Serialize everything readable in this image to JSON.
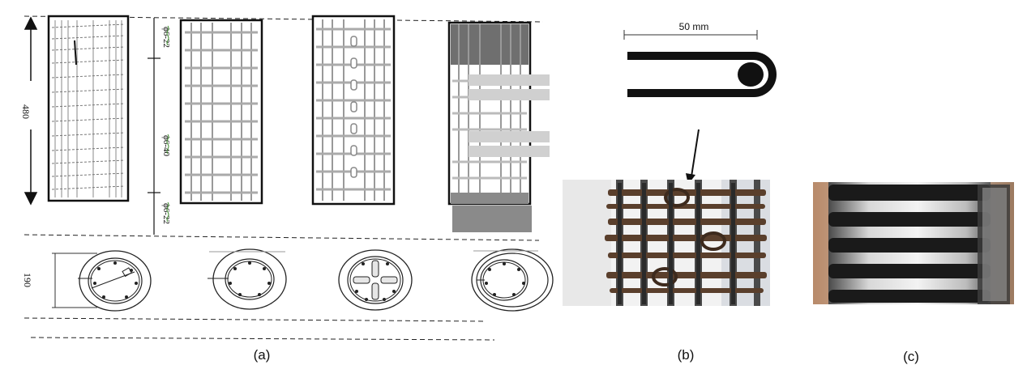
{
  "captions": {
    "a": "(a)",
    "b": "(b)",
    "c": "(c)"
  },
  "dimensions": {
    "height": "480",
    "diameter": "190",
    "spacing_top": "ϕ6-22",
    "spacing_mid": "ϕ6-40",
    "spacing_bot": "ϕ6-22",
    "hook_length": "50 mm"
  },
  "colors": {
    "line": "#111111",
    "rebar_gray": "#9a9a9a",
    "frp_dark": "#6f6f6f",
    "frp_light": "#d0d0d0",
    "label_green": "#3a8a2a"
  }
}
